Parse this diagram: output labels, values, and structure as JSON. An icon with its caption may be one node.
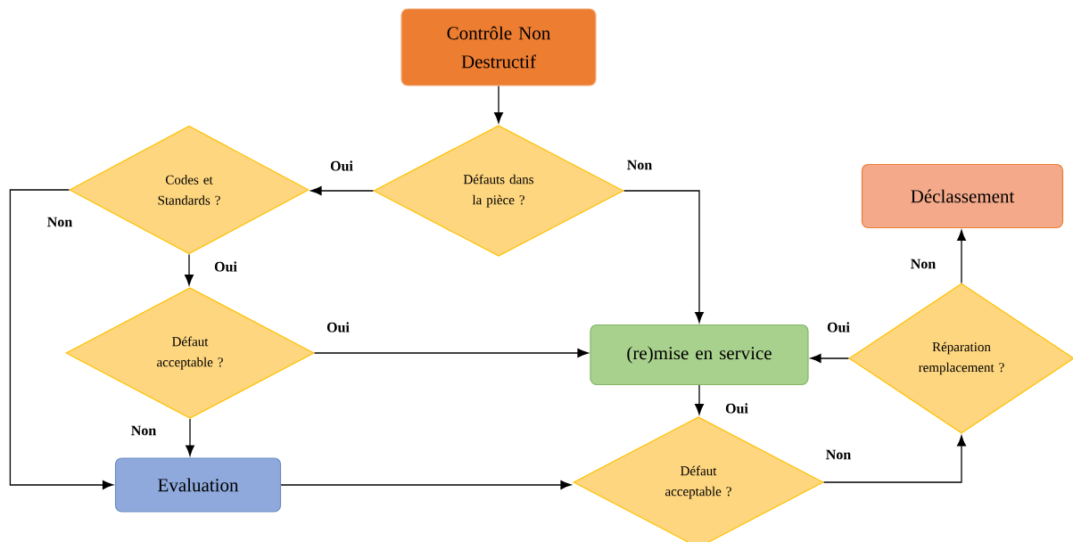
{
  "diagram": {
    "nodes": [
      {
        "text": [
          "Contrôle Non Destructif"
        ]
      },
      {
        "text": [
          "Défauts dans la pièce ?"
        ]
      },
      {
        "text": [
          "Codes et Standards ?"
        ]
      },
      {
        "text": [
          "Défaut acceptable ?"
        ]
      },
      {
        "text": [
          "Evaluation"
        ]
      },
      {
        "text": [
          "(re)mise en service"
        ]
      },
      {
        "text": [
          "Déclassement"
        ]
      },
      {
        "text": [
          "Réparation remplacement ?"
        ]
      },
      {
        "text": [
          "Défaut acceptable ?"
        ]
      }
    ],
    "edges": [
      {
        "from": 0,
        "to": 1,
        "arrow": "to"
      },
      {
        "from": 1,
        "to": 2,
        "arrow": "to",
        "label": "Oui"
      },
      {
        "from": 1,
        "to": 5,
        "arrow": "to",
        "label": "Non"
      },
      {
        "from": 2,
        "to": 3,
        "arrow": "to",
        "label": "Oui"
      },
      {
        "from": 2,
        "to": 4,
        "arrow": "to",
        "label": "Non"
      },
      {
        "from": 3,
        "to": 5,
        "arrow": "to",
        "label": "Oui"
      },
      {
        "from": 3,
        "to": 4,
        "arrow": "to",
        "label": "Non"
      },
      {
        "from": 4,
        "to": 8,
        "arrow": "to"
      },
      {
        "from": 5,
        "to": 8,
        "arrow": "to",
        "label": "Oui"
      },
      {
        "from": 8,
        "to": 7,
        "arrow": "to",
        "label": "Non"
      },
      {
        "from": 7,
        "to": 5,
        "arrow": "to",
        "label": "Oui"
      },
      {
        "from": 7,
        "to": 6,
        "arrow": "to",
        "label": "Non"
      }
    ]
  }
}
